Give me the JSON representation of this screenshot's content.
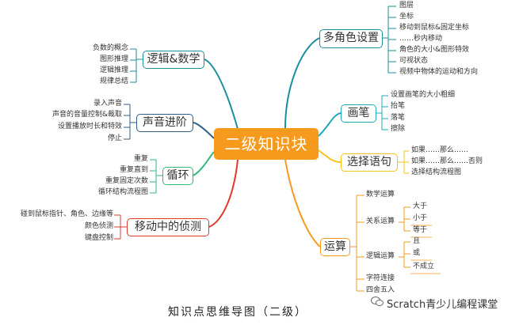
{
  "center": {
    "label": "二级知识块"
  },
  "branches": {
    "multi_role": {
      "label": "多角色设置",
      "color": "#1a8fa0",
      "items": [
        "图层",
        "坐标",
        "移动到鼠标&固定坐标",
        "……秒内移动",
        "角色的大小&图形特效",
        "可视状态",
        "视频中物体的运动和方向"
      ]
    },
    "pen": {
      "label": "画笔",
      "color": "#20a8b8",
      "items": [
        "设置画笔的大小粗细",
        "抬笔",
        "落笔",
        "擦除"
      ]
    },
    "select": {
      "label": "选择语句",
      "color": "#f5c518",
      "items": [
        "如果……那么……",
        "如果……那么……否则",
        "选择结构流程图"
      ]
    },
    "compute": {
      "label": "运算",
      "color": "#f59a1c",
      "items": [
        "数学运算",
        "关系运算",
        "逻辑运算",
        "字符连接",
        "四舍五入"
      ],
      "relational": [
        "大于",
        "小于",
        "等于"
      ],
      "logical": [
        "且",
        "或",
        "不成立"
      ]
    },
    "logic_math": {
      "label": "逻辑&数学",
      "color": "#1a8fa0",
      "items": [
        "负数的概念",
        "图形推理",
        "逻辑推理",
        "规律总结"
      ]
    },
    "sound": {
      "label": "声音进阶",
      "color": "#2c5f8a",
      "items": [
        "录入声音",
        "声音的音量控制&裁取",
        "设置播放时长和特效",
        "停止"
      ]
    },
    "loop": {
      "label": "循环",
      "color": "#2eb87a",
      "items": [
        "重复",
        "重复直到",
        "重复固定次数",
        "循环结构流程图"
      ]
    },
    "moving": {
      "label": "移动中的侦测",
      "color": "#e03a2a",
      "items": [
        "碰到鼠标指针、角色、边缘等",
        "颜色侦测",
        "键盘控制"
      ]
    }
  },
  "caption": "知识点思维导图（二级）",
  "watermark": "Scratch青少儿编程课堂"
}
